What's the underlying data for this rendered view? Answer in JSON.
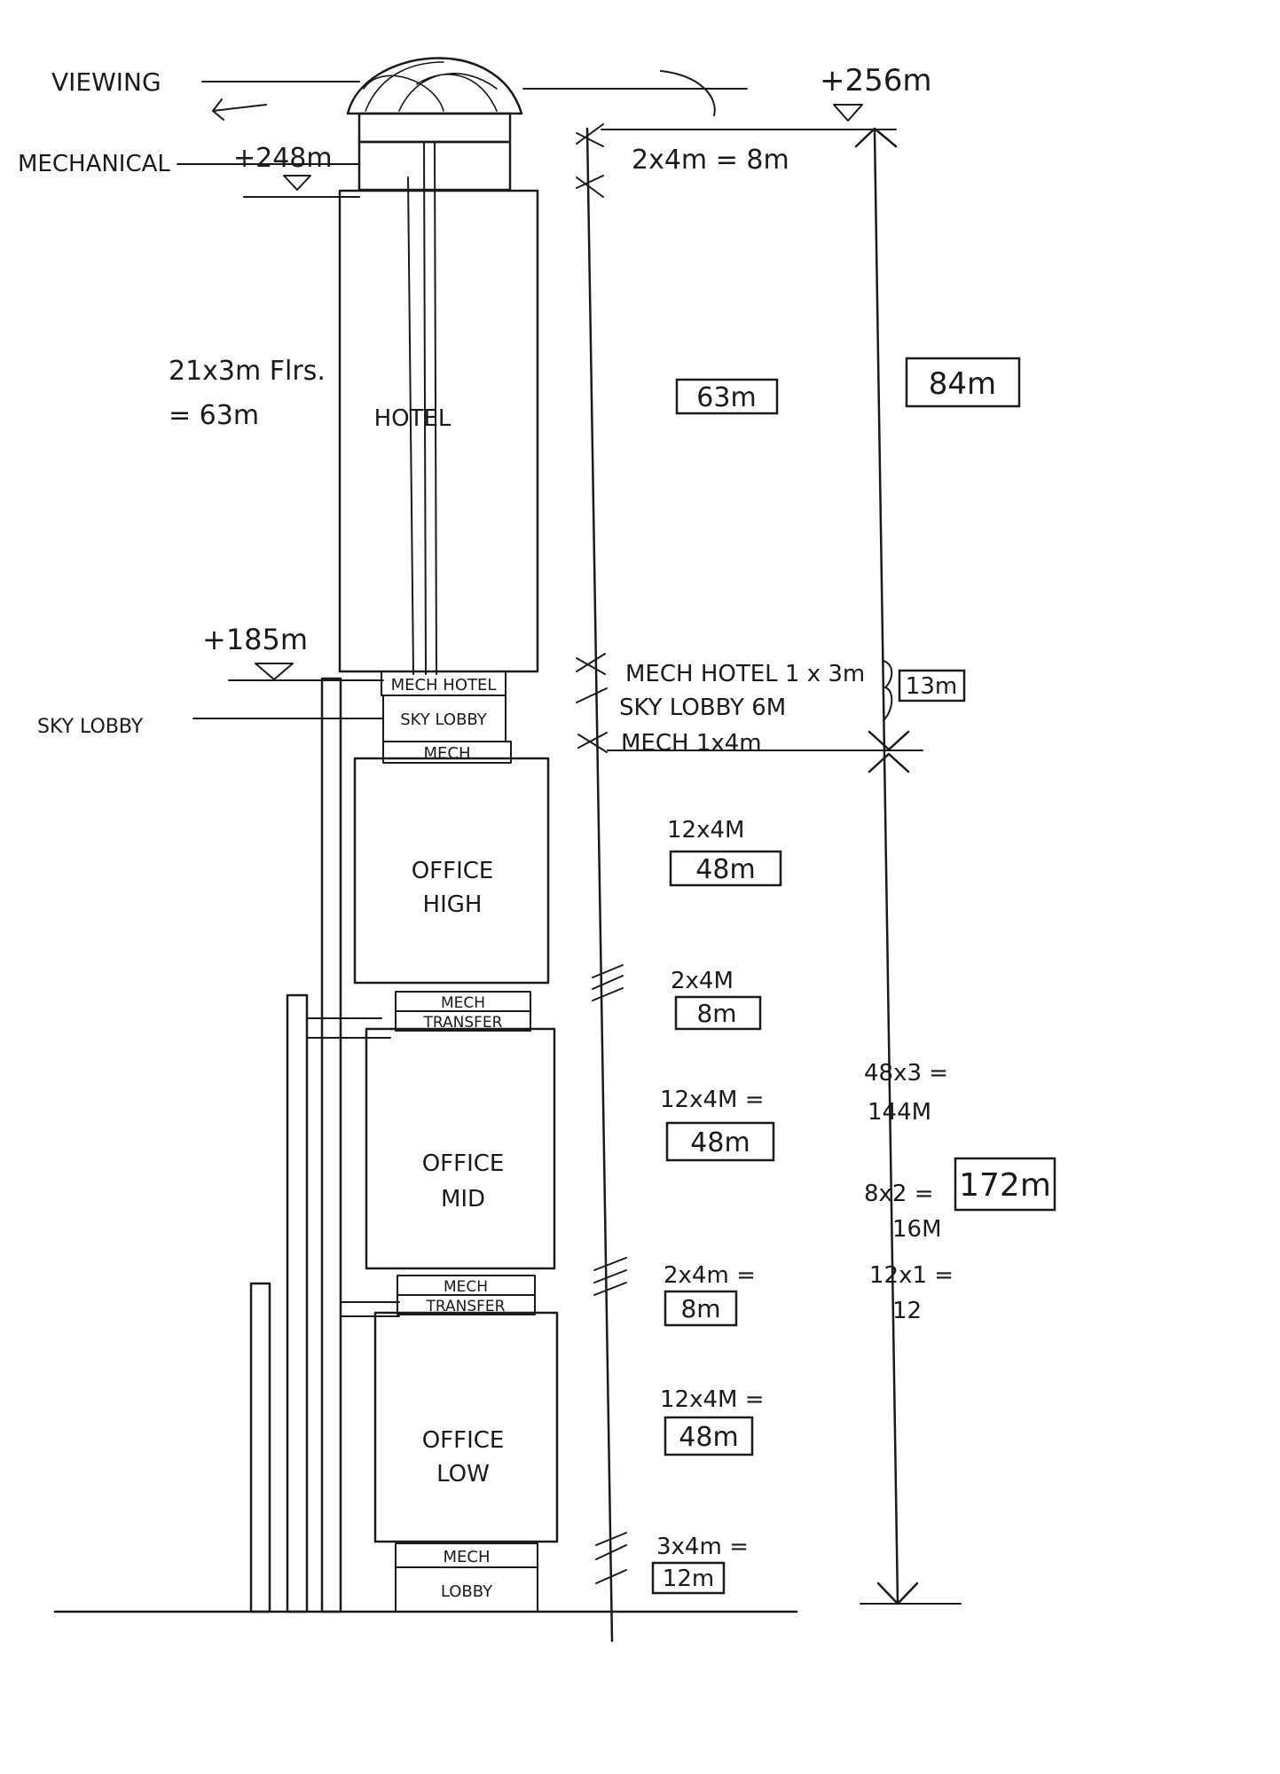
{
  "colors": {
    "hotel": "#a9dcf0",
    "office": "#f7f35f",
    "mech_green": "#a3d97e",
    "salmon": "#f7c2a6",
    "dome": "#b9d448",
    "cap": "#d8d8da",
    "ink": "#1a1a1a",
    "elevator_blue": "#7fb3e0",
    "elevator_green": "#9bd27a",
    "elevator_tan": "#f3d79a"
  },
  "labels": {
    "viewing": "VIEWING",
    "mechanical": "MECHANICAL",
    "level_top": "+256m",
    "level_248": "+248m",
    "level_185": "+185m",
    "sky_lobby": "SKY LOBBY",
    "hotel_floors_1": "21x3m Flrs.",
    "hotel_floors_2": "= 63m"
  },
  "blocks": {
    "hotel": "HOTEL",
    "mech_hotel": "MECH HOTEL",
    "sky_lobby": "SKY LOBBY",
    "mech_1": "MECH",
    "office_high_1": "OFFICE",
    "office_high_2": "HIGH",
    "mech_2": "MECH",
    "transfer_1": "TRANSFER",
    "office_mid_1": "OFFICE",
    "office_mid_2": "MID",
    "mech_3": "MECH",
    "transfer_2": "TRANSFER",
    "office_low_1": "OFFICE",
    "office_low_2": "LOW",
    "mech_4": "MECH",
    "lobby": "LOBBY"
  },
  "annotations": {
    "top_mech": "2x4m = 8m",
    "hotel_total": "63m",
    "upper_total": "84m",
    "mech_hotel": "MECH HOTEL 1 x 3m",
    "sky_lobby": "SKY LOBBY 6M",
    "mech_1": "MECH 1x4m",
    "upper_mech_total": "13m",
    "office_high_calc": "12x4M",
    "office_high_total": "48m",
    "transfer_1_calc": "2x4M",
    "transfer_1_total": "8m",
    "office_mid_calc": "12x4M =",
    "office_mid_total": "48m",
    "transfer_2_calc": "2x4m =",
    "transfer_2_total": "8m",
    "office_low_calc": "12x4M =",
    "office_low_total": "48m",
    "lobby_calc": "3x4m =",
    "lobby_total": "12m",
    "calc_1a": "48x3 =",
    "calc_1b": "144M",
    "calc_2a": "8x2 =",
    "calc_2b": "16M",
    "calc_3a": "12x1 =",
    "calc_3b": "12",
    "lower_total": "172m"
  }
}
